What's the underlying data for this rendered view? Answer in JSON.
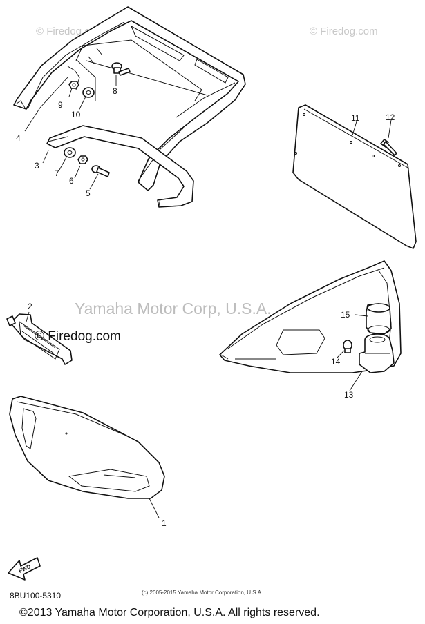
{
  "watermarks": {
    "top_left": "© Firedog.com",
    "top_right": "© Firedog.com",
    "center": "Yamaha Motor Corp, U.S.A.",
    "mid_left": "© Firedog.com"
  },
  "callouts": [
    "1",
    "2",
    "3",
    "4",
    "5",
    "6",
    "7",
    "8",
    "9",
    "10",
    "11",
    "12",
    "13",
    "14",
    "15"
  ],
  "fwd_label": "FWD",
  "part_number": "8BU100-5310",
  "small_copyright": "(c) 2005-2015 Yamaha Motor Corporation, U.S.A.",
  "copyright": "©2013 Yamaha Motor Corporation, U.S.A. All rights reserved.",
  "icons": {
    "direction": "fwd-arrow-icon"
  }
}
